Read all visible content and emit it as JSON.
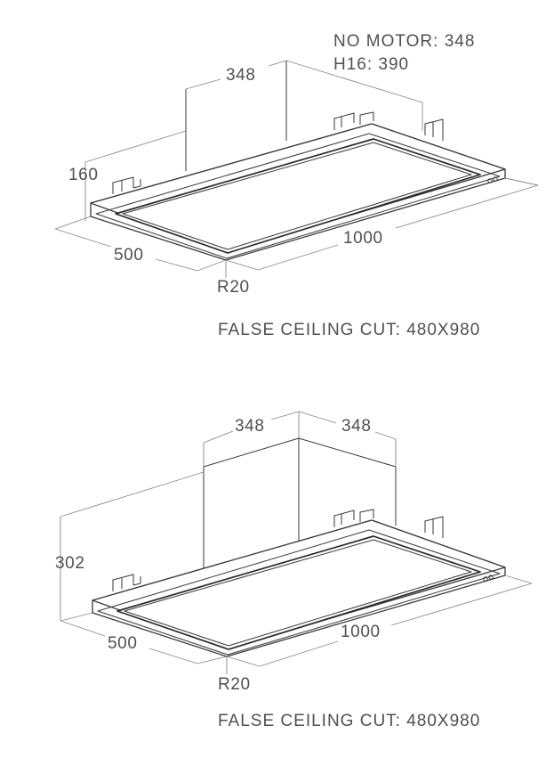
{
  "figure_top": {
    "notes": [
      "NO MOTOR: 348",
      "H16: 390"
    ],
    "dim_motor_depth": "348",
    "dim_height": "160",
    "dim_depth": "500",
    "dim_width": "1000",
    "dim_radius": "R20",
    "cut_note": "FALSE CEILING CUT: 480X980"
  },
  "figure_bottom": {
    "dim_motor_width": "348",
    "dim_motor_depth": "348",
    "dim_height": "302",
    "dim_depth": "500",
    "dim_width": "1000",
    "dim_radius": "R20",
    "cut_note": "FALSE CEILING CUT: 480X980"
  }
}
